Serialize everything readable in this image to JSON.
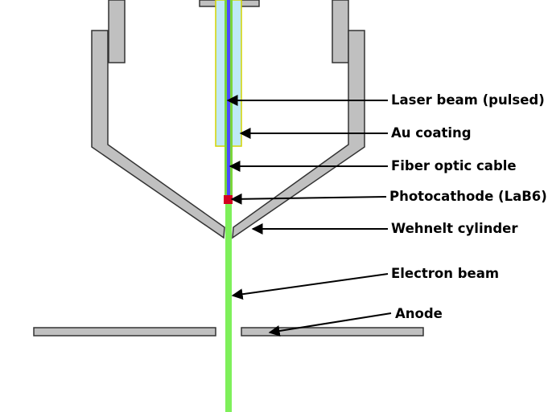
{
  "diagram": {
    "labels": {
      "laser_beam": "Laser beam (pulsed)",
      "au_coating": "Au coating",
      "fiber_optic": "Fiber optic cable",
      "photocathode": "Photocathode (LaB6)",
      "wehnelt": "Wehnelt cylinder",
      "electron_beam": "Electron beam",
      "anode": "Anode"
    },
    "colors": {
      "metal_fill": "#c0c0c0",
      "metal_stroke": "#333333",
      "coating_fill": "#bfe9f7",
      "coating_stroke": "#d4d400",
      "fiber": "#7ad63a",
      "laser": "#4a4aff",
      "photocathode": "#d40020",
      "electron_beam": "#7ef05a",
      "arrow": "#000000"
    }
  }
}
